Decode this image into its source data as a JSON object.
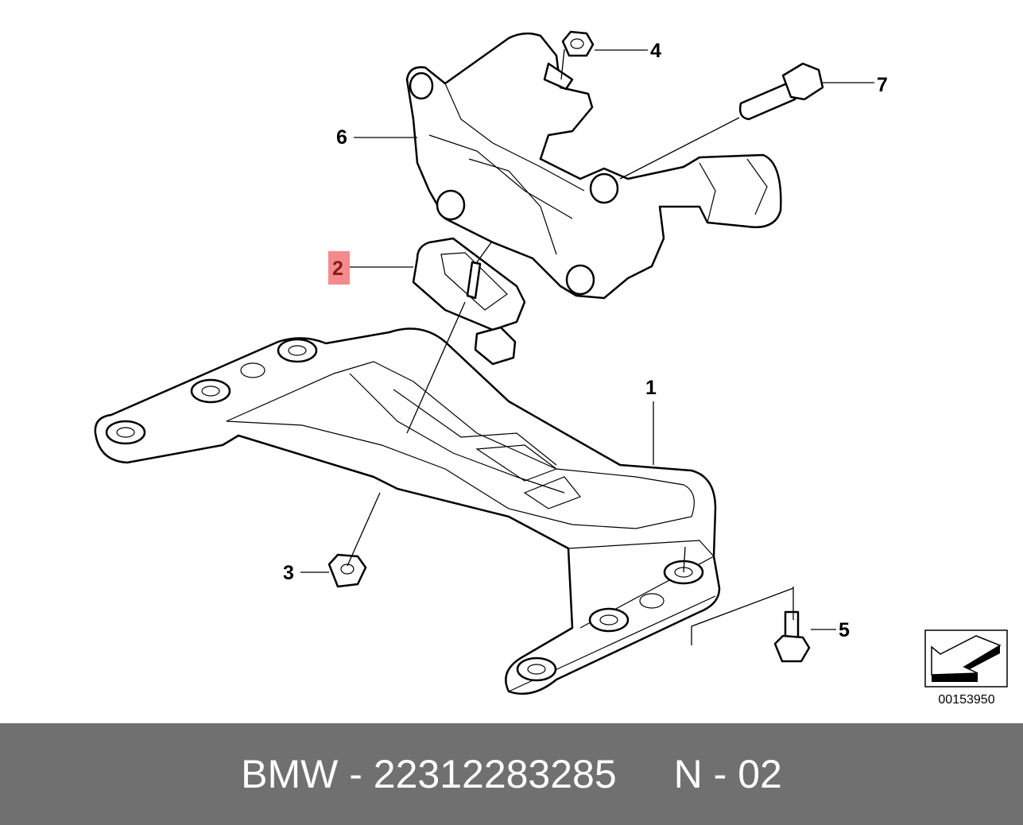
{
  "diagram": {
    "callouts": [
      {
        "number": "1",
        "highlighted": false
      },
      {
        "number": "2",
        "highlighted": true
      },
      {
        "number": "3",
        "highlighted": false
      },
      {
        "number": "4",
        "highlighted": false
      },
      {
        "number": "5",
        "highlighted": false
      },
      {
        "number": "6",
        "highlighted": false
      },
      {
        "number": "7",
        "highlighted": false
      }
    ],
    "highlight_color": "#f28b8b",
    "highlight_text_color": "#8b1a1a",
    "diagram_number": "00153950",
    "direction_icon": "arrow-front-left-icon"
  },
  "footer": {
    "part_label": "BMW - 22312283285",
    "position_label": "N - 02",
    "background": "#707070"
  }
}
